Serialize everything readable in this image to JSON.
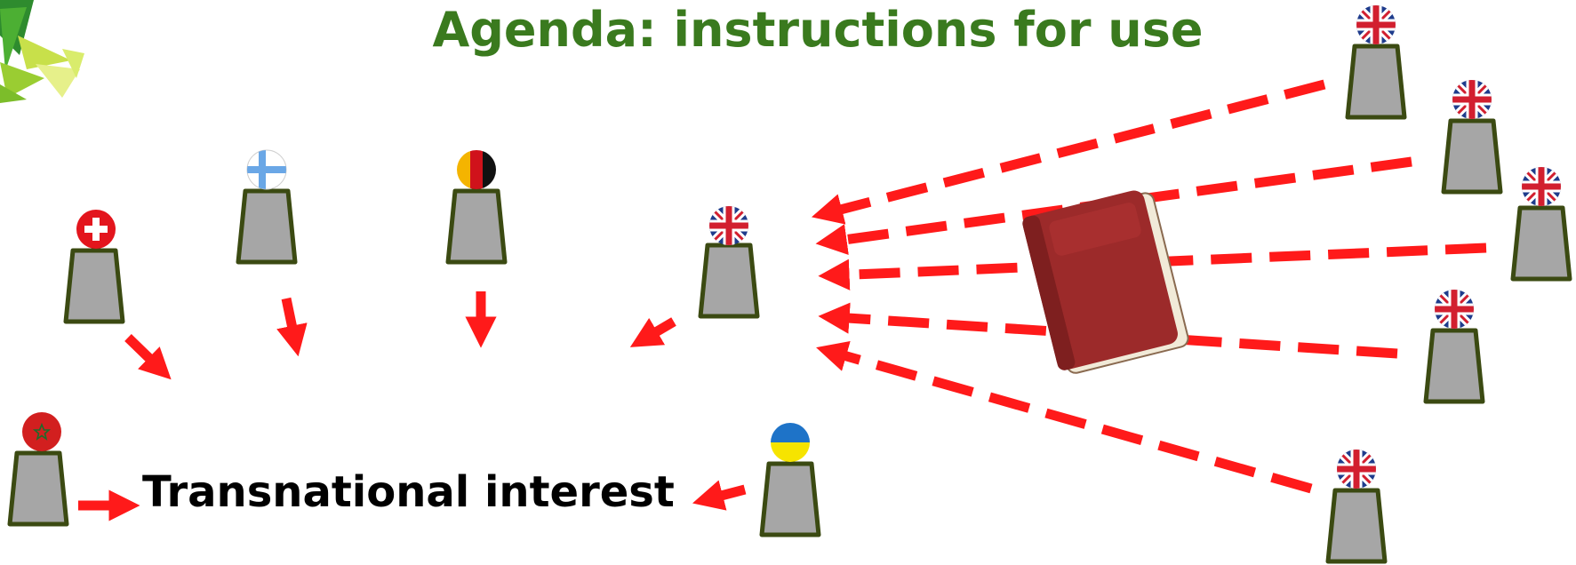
{
  "slide": {
    "title": "Agenda: instructions for use",
    "caption": "Transnational interest"
  },
  "colors": {
    "title": "#3a7a1e",
    "arrow": "#ff1a1a",
    "pedestal_fill": "#a6a6a6",
    "pedestal_stroke": "#3b4a12",
    "book": "#9c2a2a"
  },
  "participants": [
    {
      "flag": "switzerland-flag-icon"
    },
    {
      "flag": "finland-flag-icon"
    },
    {
      "flag": "germany-flag-icon"
    },
    {
      "flag": "uk-flag-icon"
    },
    {
      "flag": "morocco-flag-icon"
    },
    {
      "flag": "ukraine-flag-icon"
    },
    {
      "flag": "uk-flag-icon"
    },
    {
      "flag": "uk-flag-icon"
    },
    {
      "flag": "uk-flag-icon"
    },
    {
      "flag": "uk-flag-icon"
    },
    {
      "flag": "uk-flag-icon"
    }
  ],
  "icons": {
    "decoration": "green-leaves-decoration",
    "book": "red-book-icon"
  }
}
